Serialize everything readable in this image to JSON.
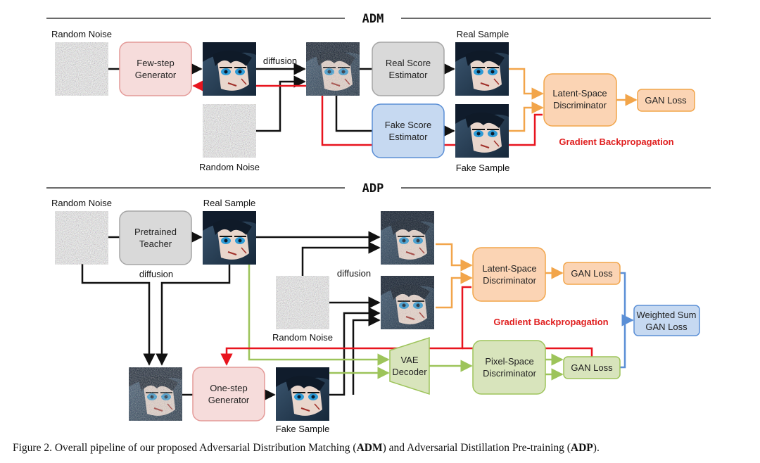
{
  "adm": {
    "title": "ADM",
    "random_noise_top": "Random Noise",
    "random_noise_bottom": "Random Noise",
    "generator": [
      "Few-step",
      "Generator"
    ],
    "diffusion": "diffusion",
    "real_score": [
      "Real Score",
      "Estimator"
    ],
    "fake_score": [
      "Fake Score",
      "Estimator"
    ],
    "real_sample": "Real Sample",
    "fake_sample": "Fake Sample",
    "discriminator": [
      "Latent-Space",
      "Discriminator"
    ],
    "gan_loss": "GAN Loss",
    "gradient": "Gradient Backpropagation"
  },
  "adp": {
    "title": "ADP",
    "random_noise_top": "Random Noise",
    "random_noise_mid": "Random Noise",
    "teacher": [
      "Pretrained",
      "Teacher"
    ],
    "real_sample": "Real Sample",
    "diffusion_left": "diffusion",
    "diffusion_mid": "diffusion",
    "generator": [
      "One-step",
      "Generator"
    ],
    "fake_sample": "Fake Sample",
    "vae": [
      "VAE",
      "Decoder"
    ],
    "latent_disc": [
      "Latent-Space",
      "Discriminator"
    ],
    "pixel_disc": [
      "Pixel-Space",
      "Discriminator"
    ],
    "gan_loss_top": "GAN Loss",
    "gan_loss_bottom": "GAN Loss",
    "weighted": [
      "Weighted Sum",
      "GAN Loss"
    ],
    "gradient": "Gradient Backpropagation"
  },
  "caption": {
    "prefix": "Figure 2. Overall pipeline of our proposed Adversarial Distribution Matching (",
    "adm": "ADM",
    "middle": ") and Adversarial Distillation Pre-training (",
    "adp": "ADP",
    "suffix": ")."
  },
  "colors": {
    "black": "#111111",
    "red": "#e8141e",
    "orange": "#f2a54a",
    "green": "#9dc45a",
    "blue": "#5b8fd6"
  }
}
